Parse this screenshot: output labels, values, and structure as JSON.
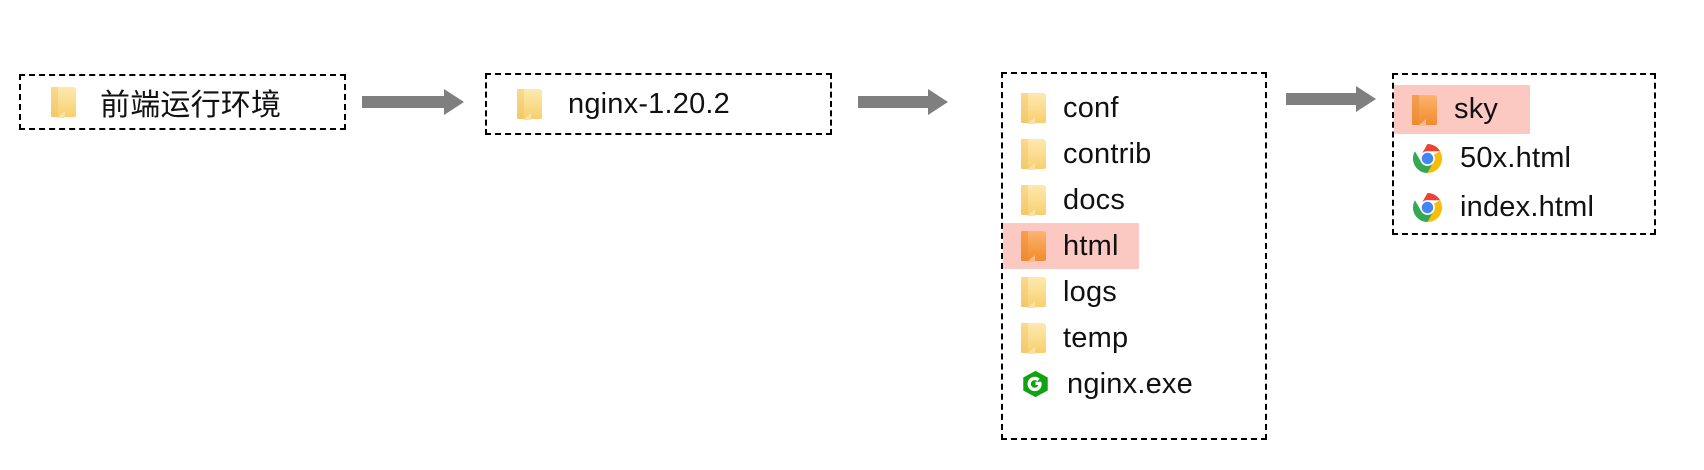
{
  "diagram": {
    "title": "nginx deployment directory flow",
    "colors": {
      "arrow": "#7f7f7f",
      "highlight_background": "#fbc9c2",
      "folder_yellow": "#fbdc8d",
      "folder_orange": "#f79c48",
      "border": "#000000",
      "text": "#111113"
    },
    "nodes": [
      {
        "id": "frontend-env",
        "kind": "folder-box",
        "items": [
          {
            "label": "前端运行环境",
            "icon": "folder-icon",
            "highlighted": false
          }
        ]
      },
      {
        "id": "nginx-package",
        "kind": "folder-box",
        "items": [
          {
            "label": "nginx-1.20.2",
            "icon": "folder-icon",
            "highlighted": false
          }
        ]
      },
      {
        "id": "nginx-contents",
        "kind": "folder-listing",
        "items": [
          {
            "label": "conf",
            "icon": "folder-icon",
            "highlighted": false
          },
          {
            "label": "contrib",
            "icon": "folder-icon",
            "highlighted": false
          },
          {
            "label": "docs",
            "icon": "folder-icon",
            "highlighted": false
          },
          {
            "label": "html",
            "icon": "folder-icon",
            "highlighted": true
          },
          {
            "label": "logs",
            "icon": "folder-icon",
            "highlighted": false
          },
          {
            "label": "temp",
            "icon": "folder-icon",
            "highlighted": false
          },
          {
            "label": "nginx.exe",
            "icon": "nginx-exe-icon",
            "highlighted": false
          }
        ]
      },
      {
        "id": "html-contents",
        "kind": "folder-listing",
        "items": [
          {
            "label": "sky",
            "icon": "folder-icon",
            "highlighted": true
          },
          {
            "label": "50x.html",
            "icon": "chrome-icon",
            "highlighted": false
          },
          {
            "label": "index.html",
            "icon": "chrome-icon",
            "highlighted": false
          }
        ]
      }
    ],
    "arrows": [
      {
        "id": "arrow-1",
        "from": "frontend-env",
        "to": "nginx-package"
      },
      {
        "id": "arrow-2",
        "from": "nginx-package",
        "to": "nginx-contents"
      },
      {
        "id": "arrow-3",
        "from": "nginx-contents",
        "to": "html-contents"
      }
    ]
  }
}
